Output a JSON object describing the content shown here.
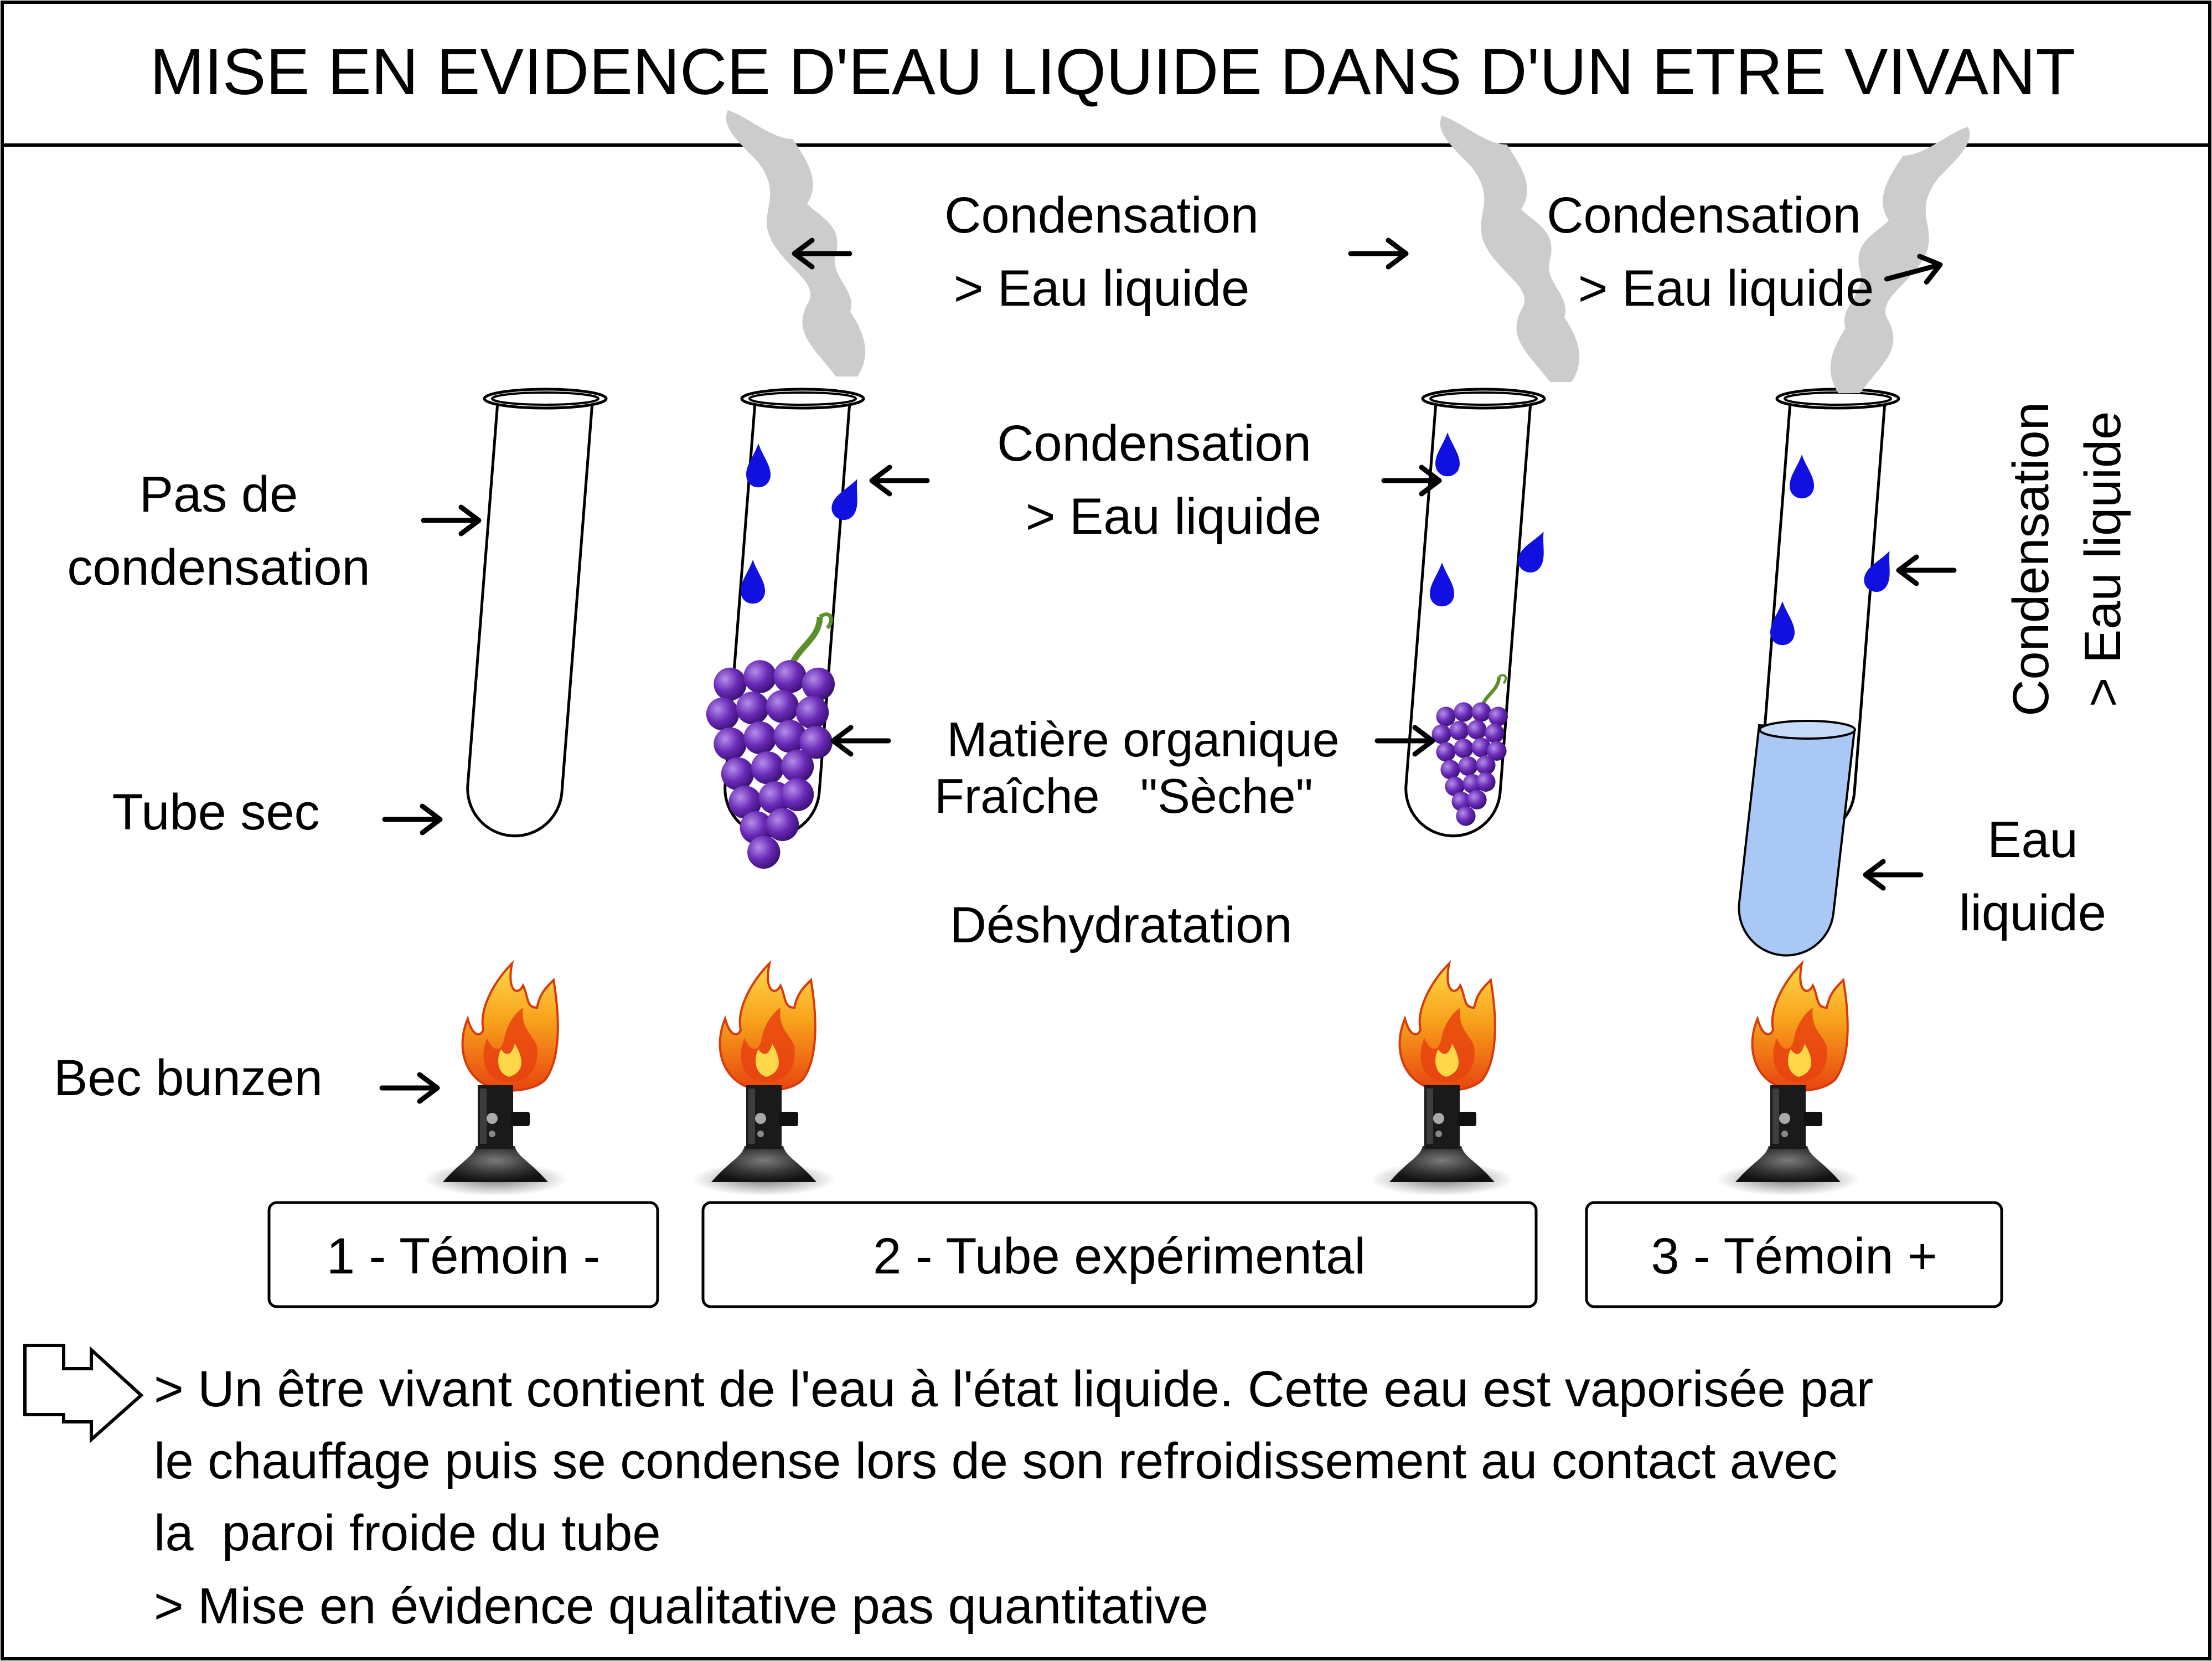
{
  "title": "MISE EN EVIDENCE D'EAU LIQUIDE DANS D'UN ETRE VIVANT",
  "labels": {
    "condensation_top_1": "Condensation",
    "eau_liquide_top_1": "> Eau liquide",
    "condensation_top_2": "Condensation",
    "eau_liquide_top_2": "> Eau liquide",
    "condensation_mid": "Condensation",
    "eau_liquide_mid": "> Eau liquide",
    "pas_de": "Pas de",
    "condensation_left": "condensation",
    "tube_sec": "Tube sec",
    "bec_bunzen": "Bec bunzen",
    "matiere_organique": "Matière organique",
    "fraiche_seche": "Fraîche   \"Sèche\"",
    "deshydratation": "Déshydratation",
    "condensation_vertical": "Condensation",
    "eau_liquide_vertical": "> Eau liquide",
    "eau": "Eau",
    "liquide": "liquide"
  },
  "boxes": {
    "temoin_moins": "1 - Témoin -",
    "tube_experimental": "2 - Tube expérimental",
    "temoin_plus": "3 - Témoin +"
  },
  "conclusion": {
    "line1": "> Un être vivant contient de l'eau à l'état liquide. Cette eau est vaporisée par",
    "line2": "le chauffage puis se condense lors de son refroidissement au contact avec",
    "line3": "la  paroi froide du tube",
    "line4": "> Mise en évidence qualitative pas quantitative"
  },
  "colors": {
    "drop": "#1010e0",
    "water": "#a9c8f5",
    "grape": "#6a2ab8",
    "smoke": "#cccccc",
    "flame_outer": "#f7a21b",
    "flame_inner": "#e8430f"
  },
  "icons": [
    "arrow-right-icon",
    "arrow-left-icon",
    "hollow-arrow-icon",
    "flame-icon",
    "burner-icon",
    "grape-icon",
    "drop-icon",
    "smoke-icon"
  ]
}
